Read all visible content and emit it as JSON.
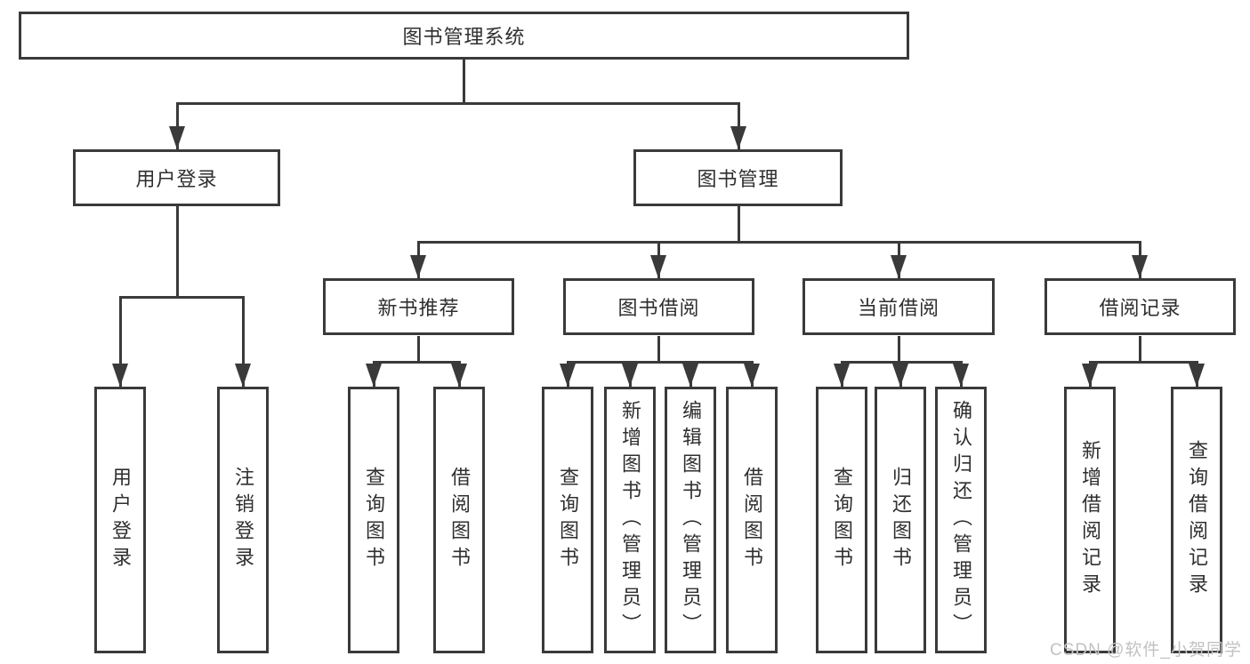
{
  "tree": {
    "root": {
      "label": "图书管理系统"
    },
    "branches": [
      {
        "label": "用户登录",
        "children": [
          {
            "label": "用户登录"
          },
          {
            "label": "注销登录"
          }
        ]
      },
      {
        "label": "图书管理",
        "children": [
          {
            "label": "新书推荐",
            "children": [
              {
                "label": "查询图书"
              },
              {
                "label": "借阅图书"
              }
            ]
          },
          {
            "label": "图书借阅",
            "children": [
              {
                "label": "查询图书"
              },
              {
                "label": "新增图书（管理员）"
              },
              {
                "label": "编辑图书（管理员）"
              },
              {
                "label": "借阅图书"
              }
            ]
          },
          {
            "label": "当前借阅",
            "children": [
              {
                "label": "查询图书"
              },
              {
                "label": "归还图书"
              },
              {
                "label": "确认归还（管理员）"
              }
            ]
          },
          {
            "label": "借阅记录",
            "children": [
              {
                "label": "新增借阅记录"
              },
              {
                "label": "查询借阅记录"
              }
            ]
          }
        ]
      }
    ]
  },
  "watermark": {
    "text": "CSDN @软件_小贺同学"
  },
  "colors": {
    "line": "#3a3a3a",
    "text": "#2f2f2f",
    "watermark": "#c2c2c2",
    "background": "#ffffff"
  }
}
